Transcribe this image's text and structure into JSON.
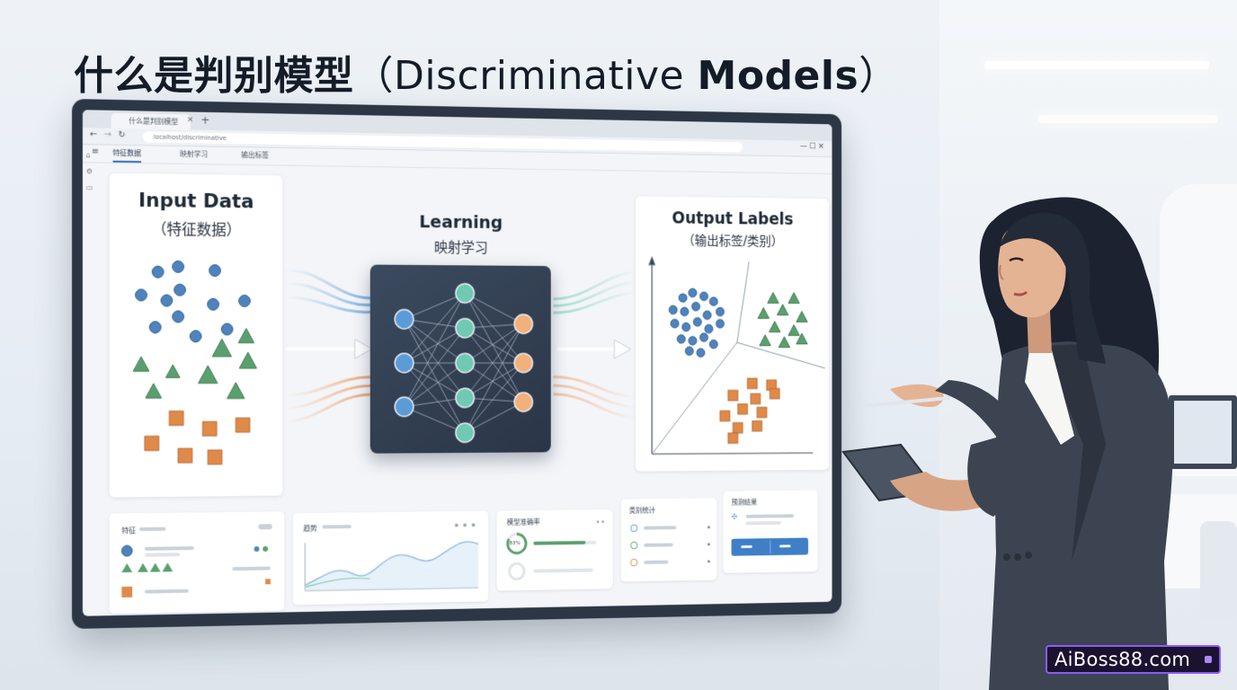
{
  "title": {
    "zh": "什么是判别模型",
    "en_open": "（Discriminative ",
    "en_bold": "Models",
    "en_close": "）"
  },
  "browser": {
    "tab_label": "什么是判别模型",
    "url": "localhost/discriminative"
  },
  "app_tabs": [
    "特征数据",
    "映射学习",
    "输出标签"
  ],
  "panels": {
    "input": {
      "title": "Input Data",
      "subtitle": "（特征数据）"
    },
    "learning": {
      "title": "Learning",
      "subtitle": "映射学习"
    },
    "output": {
      "title": "Output Labels",
      "subtitle": "（输出标签/类别）"
    }
  },
  "dashboard": {
    "features_label": "特征",
    "trend_label": "趋势",
    "accuracy_label": "模型准确率",
    "accuracy_value": "83%",
    "classes_label": "类别统计",
    "predict_label": "预测结果",
    "accuracy_fraction": 0.83
  },
  "colors": {
    "blue": "#4f83bd",
    "green": "#5aa06e",
    "orange": "#e08a4a",
    "teal": "#6fc9b3"
  },
  "watermark": {
    "text": "AiBoss88.com"
  }
}
